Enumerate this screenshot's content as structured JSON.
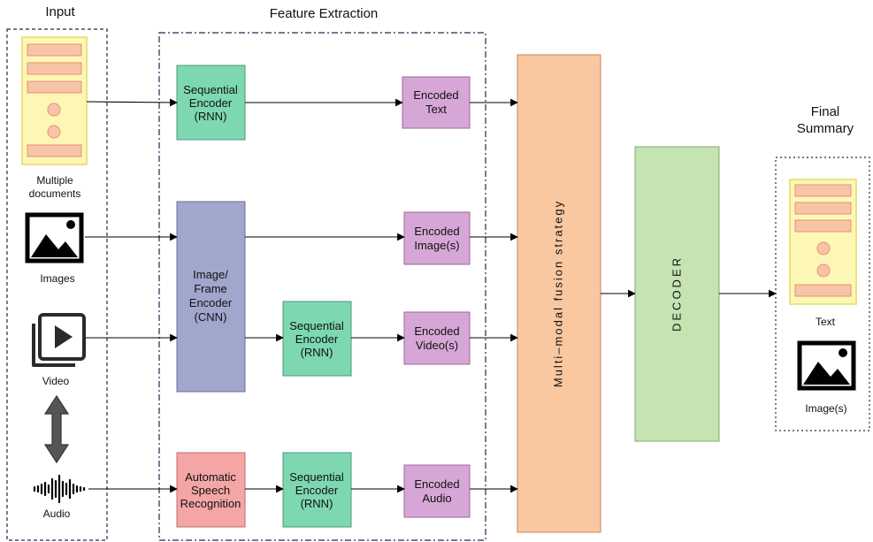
{
  "sections": {
    "input": "Input",
    "feature_extraction": "Feature Extraction",
    "final_summary": [
      "Final",
      "Summary"
    ]
  },
  "inputs": {
    "documents": [
      "Multiple",
      "documents"
    ],
    "images": "Images",
    "video": "Video",
    "audio": "Audio"
  },
  "encoders": {
    "text_rnn": [
      "Sequential",
      "Encoder",
      "(RNN)"
    ],
    "cnn": [
      "Image/",
      "Frame",
      "Encoder",
      "(CNN)"
    ],
    "video_rnn": [
      "Sequential",
      "Encoder",
      "(RNN)"
    ],
    "asr": [
      "Automatic",
      "Speech",
      "Recognition"
    ],
    "audio_rnn": [
      "Sequential",
      "Encoder",
      "(RNN)"
    ]
  },
  "encoded": {
    "text": [
      "Encoded",
      "Text"
    ],
    "image": [
      "Encoded",
      "Image(s)"
    ],
    "video": [
      "Encoded",
      "Video(s)"
    ],
    "audio": [
      "Encoded",
      "Audio"
    ]
  },
  "fusion": "Multi–modal fusion strategy",
  "decoder": "DECODER",
  "outputs": {
    "text": "Text",
    "images": "Image(s)"
  },
  "colors": {
    "rnn": "#7dd8b2",
    "cnn": "#a1a6cd",
    "asr": "#f4a6a6",
    "encoded": "#d6a7d6",
    "fusion": "#f9c7a0",
    "decoder": "#c5e4b2",
    "doc_bg": "#fdf7b6",
    "doc_item": "#f8c4a8"
  }
}
